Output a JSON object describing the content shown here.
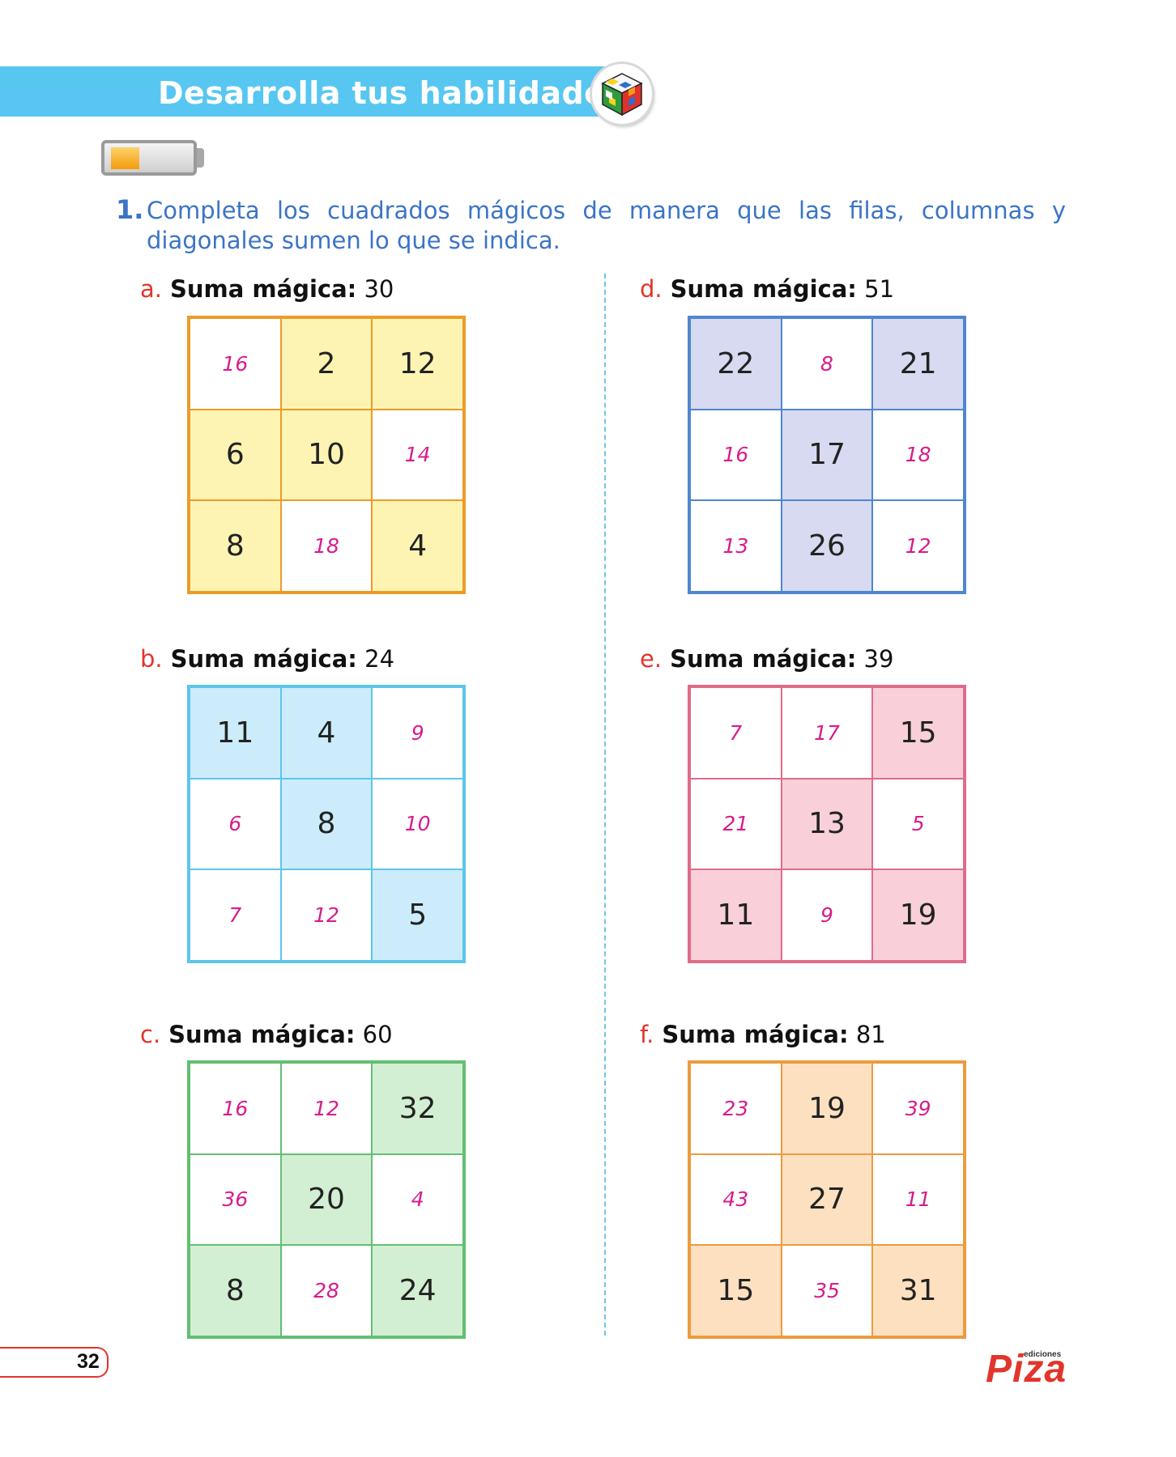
{
  "header": {
    "title": "Desarrolla tus habilidades",
    "cube_icon": "rubiks-cube-icon"
  },
  "level_indicator": {
    "icon": "battery-icon",
    "fill_fraction": 0.3
  },
  "question": {
    "number": "1.",
    "text": "Completa los cuadrados mágicos de manera que las filas, columnas y diagonales sumen lo que se indica."
  },
  "puzzles": [
    {
      "letter": "a.",
      "label": "Suma mágica:",
      "value": "30",
      "cells": [
        {
          "v": "16",
          "answer": true
        },
        {
          "v": "2",
          "answer": false
        },
        {
          "v": "12",
          "answer": false
        },
        {
          "v": "6",
          "answer": false
        },
        {
          "v": "10",
          "answer": false
        },
        {
          "v": "14",
          "answer": true
        },
        {
          "v": "8",
          "answer": false
        },
        {
          "v": "18",
          "answer": true
        },
        {
          "v": "4",
          "answer": false
        }
      ]
    },
    {
      "letter": "b.",
      "label": "Suma mágica:",
      "value": "24",
      "cells": [
        {
          "v": "11",
          "answer": false
        },
        {
          "v": "4",
          "answer": false
        },
        {
          "v": "9",
          "answer": true
        },
        {
          "v": "6",
          "answer": true
        },
        {
          "v": "8",
          "answer": false
        },
        {
          "v": "10",
          "answer": true
        },
        {
          "v": "7",
          "answer": true
        },
        {
          "v": "12",
          "answer": true
        },
        {
          "v": "5",
          "answer": false
        }
      ]
    },
    {
      "letter": "c.",
      "label": "Suma mágica:",
      "value": "60",
      "cells": [
        {
          "v": "16",
          "answer": true
        },
        {
          "v": "12",
          "answer": true
        },
        {
          "v": "32",
          "answer": false
        },
        {
          "v": "36",
          "answer": true
        },
        {
          "v": "20",
          "answer": false
        },
        {
          "v": "4",
          "answer": true
        },
        {
          "v": "8",
          "answer": false
        },
        {
          "v": "28",
          "answer": true
        },
        {
          "v": "24",
          "answer": false
        }
      ]
    },
    {
      "letter": "d.",
      "label": "Suma mágica:",
      "value": "51",
      "cells": [
        {
          "v": "22",
          "answer": false
        },
        {
          "v": "8",
          "answer": true
        },
        {
          "v": "21",
          "answer": false
        },
        {
          "v": "16",
          "answer": true
        },
        {
          "v": "17",
          "answer": false
        },
        {
          "v": "18",
          "answer": true
        },
        {
          "v": "13",
          "answer": true
        },
        {
          "v": "26",
          "answer": false
        },
        {
          "v": "12",
          "answer": true
        }
      ]
    },
    {
      "letter": "e.",
      "label": "Suma mágica:",
      "value": "39",
      "cells": [
        {
          "v": "7",
          "answer": true
        },
        {
          "v": "17",
          "answer": true
        },
        {
          "v": "15",
          "answer": false
        },
        {
          "v": "21",
          "answer": true
        },
        {
          "v": "13",
          "answer": false
        },
        {
          "v": "5",
          "answer": true
        },
        {
          "v": "11",
          "answer": false
        },
        {
          "v": "9",
          "answer": true
        },
        {
          "v": "19",
          "answer": false
        }
      ]
    },
    {
      "letter": "f.",
      "label": "Suma mágica:",
      "value": "81",
      "cells": [
        {
          "v": "23",
          "answer": true
        },
        {
          "v": "19",
          "answer": false
        },
        {
          "v": "39",
          "answer": true
        },
        {
          "v": "43",
          "answer": true
        },
        {
          "v": "27",
          "answer": false
        },
        {
          "v": "11",
          "answer": true
        },
        {
          "v": "15",
          "answer": false
        },
        {
          "v": "35",
          "answer": true
        },
        {
          "v": "31",
          "answer": false
        }
      ]
    }
  ],
  "footer": {
    "page_number": "32",
    "publisher_small": "ediciones",
    "publisher_logo": "Piza"
  }
}
